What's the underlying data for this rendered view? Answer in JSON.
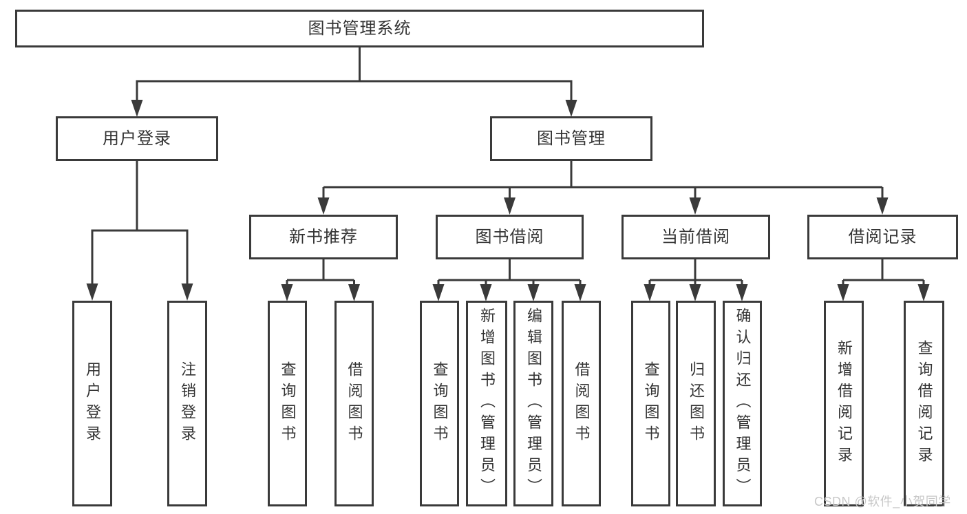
{
  "root": {
    "label": "图书管理系统"
  },
  "branches": {
    "login": {
      "label": "用户登录"
    },
    "management": {
      "label": "图书管理"
    }
  },
  "modules": {
    "new_books": {
      "label": "新书推荐"
    },
    "book_borrow": {
      "label": "图书借阅"
    },
    "current_borrow": {
      "label": "当前借阅"
    },
    "borrow_records": {
      "label": "借阅记录"
    }
  },
  "functions": {
    "user_login": {
      "label": "用户登录"
    },
    "logout": {
      "label": "注销登录"
    },
    "nb_query_books": {
      "label": "查询图书"
    },
    "nb_borrow_books": {
      "label": "借阅图书"
    },
    "bb_query_books": {
      "label": "查询图书"
    },
    "bb_add_books": {
      "label": "新增图书（管理员）"
    },
    "bb_edit_books": {
      "label": "编辑图书（管理员）"
    },
    "bb_borrow_books": {
      "label": "借阅图书"
    },
    "cb_query_books": {
      "label": "查询图书"
    },
    "cb_return_books": {
      "label": "归还图书"
    },
    "cb_confirm_return": {
      "label": "确认归还（管理员）"
    },
    "br_add_record": {
      "label": "新增借阅记录"
    },
    "br_query_record": {
      "label": "查询借阅记录"
    }
  },
  "watermark": {
    "text": "CSDN @软件_小贺同学"
  },
  "colors": {
    "line": "#3a3a3a",
    "text": "#333333",
    "watermark": "#c8c8c8"
  }
}
